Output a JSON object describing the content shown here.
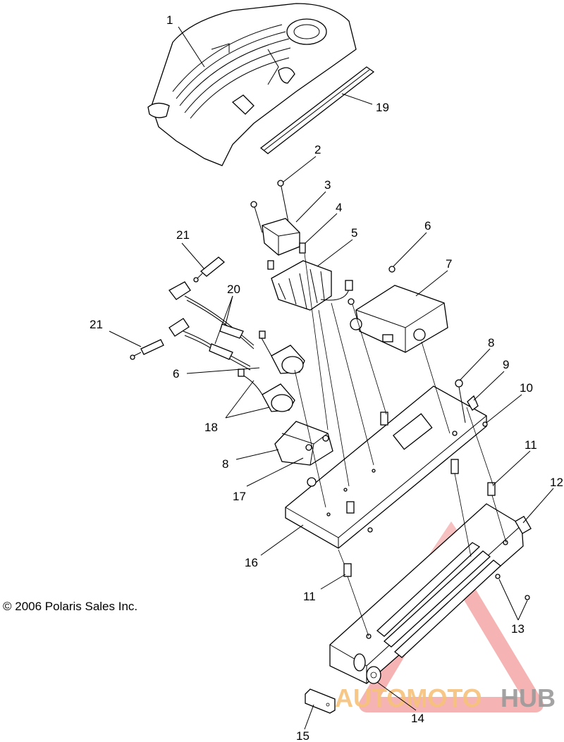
{
  "copyright": "© 2006 Polaris Sales Inc.",
  "watermark": {
    "part1": "AUTOMOTO",
    "part2": "HUB",
    "color_accent": "#f4a6a6",
    "color_orange": "#f6c27a",
    "color_dark": "#9a9a9a"
  },
  "callouts": [
    "1",
    "2",
    "3",
    "4",
    "5",
    "6",
    "7",
    "8",
    "9",
    "10",
    "11",
    "12",
    "21",
    "20",
    "21",
    "6",
    "18",
    "8",
    "17",
    "16",
    "11",
    "13",
    "14",
    "15",
    "19"
  ]
}
